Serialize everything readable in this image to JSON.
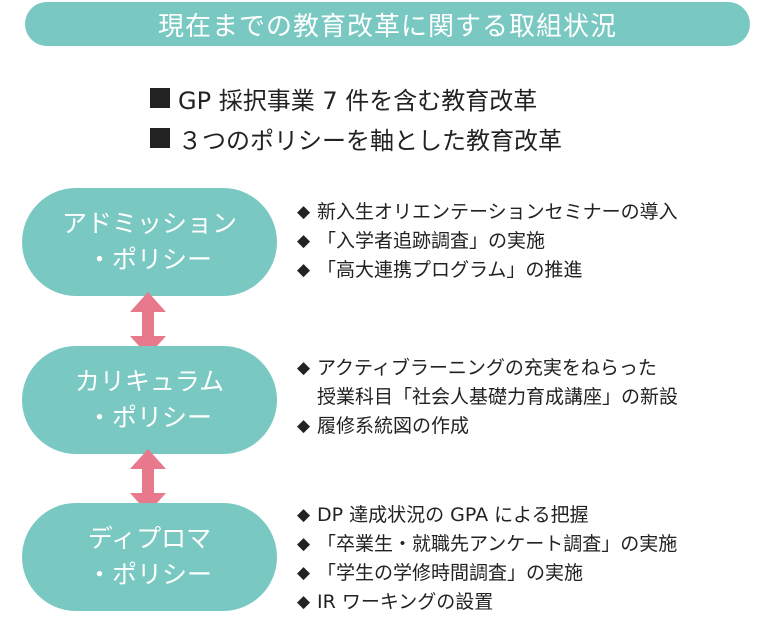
{
  "title": "現在までの教育改革に関する取組状況",
  "summary": [
    "GP 採択事業 7 件を含む教育改革",
    "３つのポリシーを軸とした教育改革"
  ],
  "bullet_symbol": "◆",
  "colors": {
    "teal": "#79c8c1",
    "pink": "#e8788c",
    "text": "#222222"
  },
  "policies": [
    {
      "name_lines": [
        "アドミッション",
        "・ポリシー"
      ],
      "items": [
        "新入生オリエンテーションセミナーの導入",
        "「入学者追跡調査」の実施",
        "「高大連携プログラム」の推進"
      ]
    },
    {
      "name_lines": [
        "カリキュラム",
        "・ポリシー"
      ],
      "items": [
        "アクティブラーニングの充実をねらった",
        "授業科目「社会人基礎力育成講座」の新設",
        "履修系統図の作成"
      ]
    },
    {
      "name_lines": [
        "ディプロマ",
        "・ポリシー"
      ],
      "items": [
        "DP 達成状況の GPA による把握",
        "「卒業生・就職先アンケート調査」の実施",
        "「学生の学修時間調査」の実施",
        "IR ワーキングの設置"
      ]
    }
  ]
}
